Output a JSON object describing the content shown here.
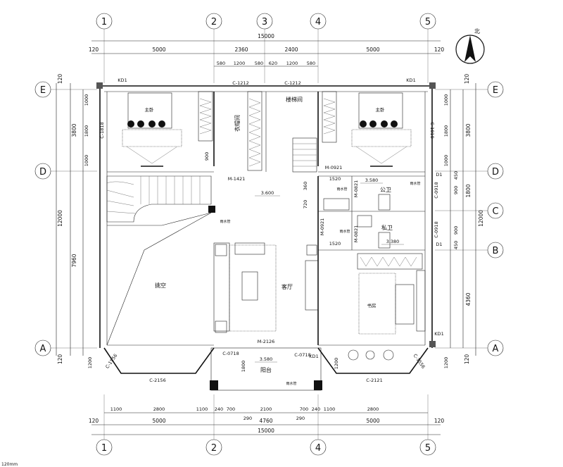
{
  "axes": {
    "top": [
      "1",
      "2",
      "3",
      "4",
      "5"
    ],
    "bottom": [
      "1",
      "2",
      "4",
      "5"
    ],
    "left": [
      "E",
      "D",
      "A"
    ],
    "right": [
      "E",
      "D",
      "C",
      "B",
      "A"
    ]
  },
  "north_label": "北",
  "dims": {
    "top_total": "15000",
    "top_row1": [
      "120",
      "5000",
      "2360",
      "2400",
      "5000",
      "120"
    ],
    "top_row2": [
      "580",
      "1200",
      "580",
      "620",
      "1200",
      "580"
    ],
    "bottom_row1": [
      "1100",
      "2800",
      "1100",
      "240",
      "700",
      "2100",
      "700",
      "240",
      "1100",
      "2800"
    ],
    "bottom_row1b": [
      "290",
      "290"
    ],
    "bottom_row2": [
      "120",
      "5000",
      "4760",
      "5000",
      "120"
    ],
    "bottom_total": "15000",
    "left_outer": [
      "120",
      "12000",
      "120"
    ],
    "left_mid": [
      "3800",
      "7960"
    ],
    "left_inner": [
      "1000",
      "1800",
      "1000",
      "1200"
    ],
    "right_inner": [
      "1000",
      "1800",
      "1000",
      "450",
      "900",
      "900",
      "450",
      "1200"
    ],
    "right_mid": [
      "3800",
      "1800",
      "12000",
      "4360"
    ],
    "right_outer": [
      "120",
      "120"
    ]
  },
  "rooms": {
    "closet": "衣帽间",
    "stairwell": "楼梯间",
    "void": "挑空",
    "living": "客厅",
    "public_wc": "公卫",
    "private_wc": "私卫",
    "balcony": "阳台",
    "bed_label_left": "主卧",
    "bed_label_right": "主卧",
    "study_label": "书房"
  },
  "levels": {
    "hall": "3.600",
    "public_wc": "3.580",
    "private_wc": "3.380",
    "balcony": "3.580"
  },
  "doors_windows": {
    "c1212_left": "C-1212",
    "c1212_right": "C-1212",
    "c1818_left": "C-1818",
    "c1818_right": "C-1818",
    "kd1_a": "KD1",
    "kd1_b": "KD1",
    "kd1_c": "KD1",
    "kd1_d": "KD1",
    "m1421": "M-1421",
    "m0921_a": "M-0921",
    "m0921_b": "M-0921",
    "m0821_a": "M-0821",
    "m0821_b": "M-0821",
    "c0918_a": "C-0918",
    "c0918_b": "C-0918",
    "d1_a": "D1",
    "d1_b": "D1",
    "m2126": "M-2126",
    "c0718_a": "C-0718",
    "c0718_b": "C-0718",
    "c2156": "C-2156",
    "c2121": "C-2121",
    "c1556": "C-1556",
    "c1556b": "C-1556"
  },
  "small_dims": {
    "d900": "900",
    "d1520_a": "1520",
    "d1520_b": "1520",
    "d720": "720",
    "d360": "360",
    "d1800": "1800",
    "d1200": "1200"
  },
  "notes": {
    "pipe_a": "雨水管",
    "pipe_b": "雨水管",
    "pipe_c": "雨水管",
    "pipe_d": "雨水管",
    "pipe_e": "雨水管",
    "corner_scale": "120mm"
  }
}
